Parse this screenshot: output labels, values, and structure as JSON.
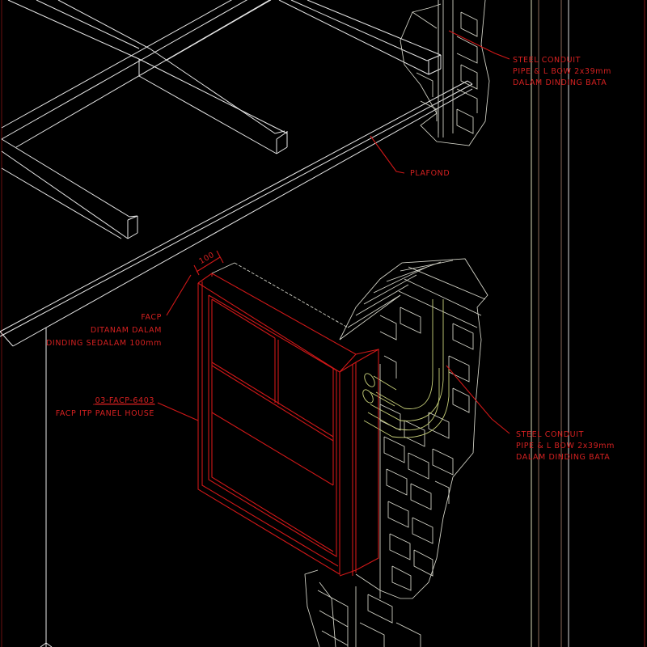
{
  "drawing": {
    "type": "isometric detail",
    "background": "#000000",
    "colors": {
      "geometry": "#e8e8e8",
      "annotation": "#d42020",
      "panel_outline": "#d01818",
      "conduit": "#c8d07a"
    }
  },
  "annotations": {
    "conduit_top": {
      "line1": "STEEL CONDUIT",
      "line2": "PIPE & L BOW 2x39mm",
      "line3": "DALAM DINDING BATA"
    },
    "plafond": {
      "label": "PLAFOND"
    },
    "facp_depth": {
      "line1": "FACP",
      "line2": "DITANAM DALAM",
      "line3": "DINDING SEDALAM 100mm"
    },
    "panel_tag": {
      "code": "03-FACP-6403",
      "name": "FACP ITP PANEL HOUSE"
    },
    "conduit_bottom": {
      "line1": "STEEL CONDUIT",
      "line2": "PIPE & L BOW 2x39mm",
      "line3": "DALAM DINDING BATA"
    },
    "dimension": {
      "value": "100"
    }
  }
}
